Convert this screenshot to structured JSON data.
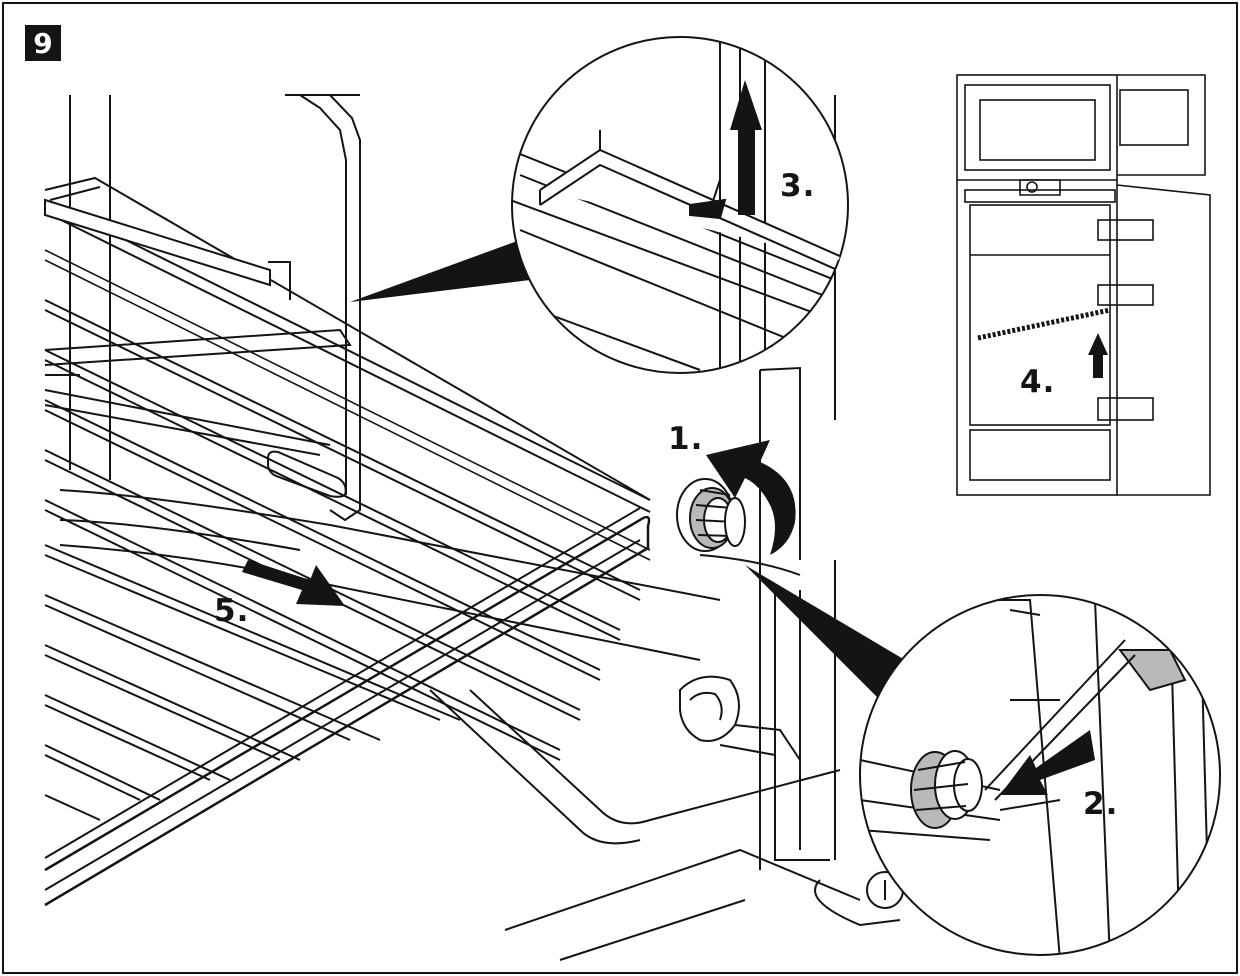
{
  "figure_number": "9",
  "steps": {
    "s1": "1.",
    "s2": "2.",
    "s3": "3.",
    "s4": "4.",
    "s5": "5."
  },
  "colors": {
    "line": "#141414",
    "fill_gray": "#b9b9b9",
    "fill_light": "#ffffff"
  },
  "icons": {
    "rotate_arrow": "curved-arrow-icon",
    "pull_arrow": "straight-arrow-icon",
    "lift_arrow": "up-arrow-icon"
  }
}
